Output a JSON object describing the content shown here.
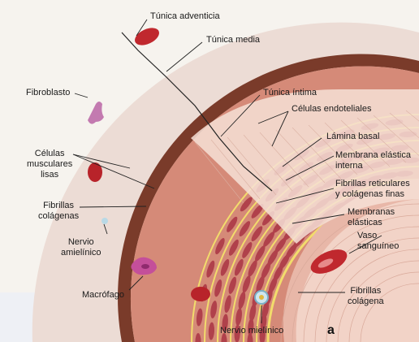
{
  "labels": {
    "tunica_adventicia": "Túnica adventicia",
    "tunica_media": "Túnica media",
    "tunica_intima": "Túnica íntima",
    "celulas_endoteliales": "Células endoteliales",
    "lamina_basal": "Lámina basal",
    "membrana_elastica_interna_1": "Membrana elástica",
    "membrana_elastica_interna_2": "interna",
    "fibrillas_reticulares_1": "Fibrillas reticulares",
    "fibrillas_reticulares_2": "y colágenas finas",
    "membranas_elasticas_1": "Membranas",
    "membranas_elasticas_2": "elásticas",
    "vaso_sanguineo_1": "Vaso",
    "vaso_sanguineo_2": "sanguíneo",
    "fibrillas_colagena_1": "Fibrillas",
    "fibrillas_colagena_2": "colágena",
    "nervio_mielinico": "Nervio mielínico",
    "macrofago": "Macrófago",
    "nervio_amielinico_1": "Nervio",
    "nervio_amielinico_2": "amielínico",
    "fibrillas_colagenas_1": "Fibrillas",
    "fibrillas_colagenas_2": "colágenas",
    "celulas_musculares_1": "Células",
    "celulas_musculares_2": "musculares",
    "celulas_musculares_3": "lisas",
    "fibroblasto": "Fibroblasto"
  },
  "panel_letter": "a",
  "colors": {
    "adventitia": "#e9d6cf",
    "media_band": "#d98b7a",
    "smooth_muscle": "#b5474f",
    "elastic": "#f0d96a",
    "intima": "#f1cfc4",
    "brown_border": "#7a3b2a",
    "blood_vessel": "#c0282e",
    "line": "#222222"
  }
}
